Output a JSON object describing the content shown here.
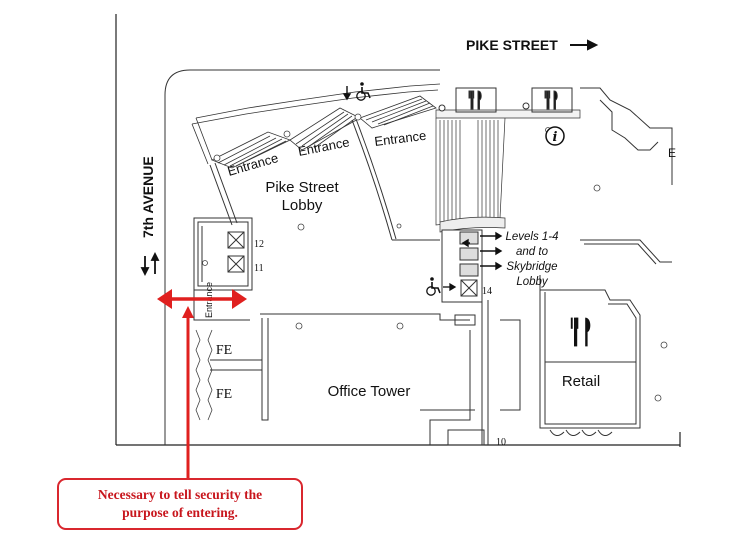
{
  "map": {
    "street_top": "PIKE STREET",
    "street_left": "7th AVENUE",
    "entrance_labels": [
      "Entrance",
      "Entrance",
      "Entrance"
    ],
    "lobby_line1": "Pike Street",
    "lobby_line2": "Lobby",
    "office_label": "Office Tower",
    "retail_label": "Retail",
    "fe_labels": [
      "FE",
      "FE"
    ],
    "side_entrance_label": "Entrance",
    "elevator_numbers": [
      "12",
      "11",
      "14",
      "10"
    ],
    "levels_note": [
      "Levels 1-4",
      "and to",
      "Skybridge",
      "Lobby"
    ],
    "info_symbol": "i",
    "edge_fragment": "E"
  },
  "annotation": {
    "line1": "Necessary to tell security the",
    "line2": "purpose of entering.",
    "color": "#d9272e"
  }
}
